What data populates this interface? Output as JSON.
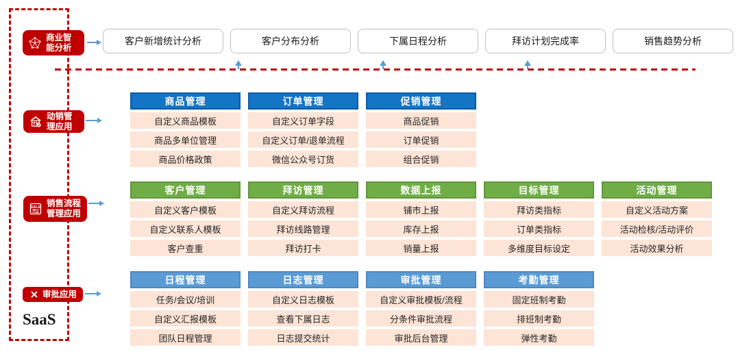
{
  "saas_label": "SaaS",
  "colors": {
    "accent_red": "#C00000",
    "blue_header": "#1474C6",
    "green_header": "#70AD47",
    "sky_header": "#5B9BD5",
    "cell_bg": "#FCE4D6",
    "arrow_blue": "#5B9BD5",
    "box_border": "#BFBFBF"
  },
  "bi": {
    "boxes": [
      "客户新增统计分析",
      "客户分布分析",
      "下属日程分析",
      "拜访计划完成率",
      "销售趋势分析"
    ]
  },
  "sidebar": [
    {
      "name": "bi-analysis",
      "icon": "network-icon",
      "lines": [
        "商业智",
        "能分析"
      ]
    },
    {
      "name": "sales-movement-apps",
      "icon": "store-icon",
      "lines": [
        "动销管",
        "理应用"
      ]
    },
    {
      "name": "sales-process-apps",
      "icon": "sale-tag-icon",
      "lines": [
        "销售流程",
        "管理应用"
      ]
    },
    {
      "name": "approval-apps",
      "icon": "crossed-tools-icon",
      "lines": [
        "审批应用"
      ]
    }
  ],
  "groups": [
    {
      "theme": "blue",
      "tables": [
        {
          "header": "商品管理",
          "items": [
            "自定义商品模板",
            "商品多单位管理",
            "商品价格政策"
          ]
        },
        {
          "header": "订单管理",
          "items": [
            "自定义订单字段",
            "自定义订单/退单流程",
            "微信公众号订货"
          ]
        },
        {
          "header": "促销管理",
          "items": [
            "商品促销",
            "订单促销",
            "组合促销"
          ]
        }
      ]
    },
    {
      "theme": "green",
      "tables": [
        {
          "header": "客户管理",
          "items": [
            "自定义客户模板",
            "自定义联系人模板",
            "客户查重"
          ]
        },
        {
          "header": "拜访管理",
          "items": [
            "自定义拜访流程",
            "拜访线路管理",
            "拜访打卡"
          ]
        },
        {
          "header": "数据上报",
          "items": [
            "铺市上报",
            "库存上报",
            "销量上报"
          ]
        },
        {
          "header": "目标管理",
          "items": [
            "拜访类指标",
            "订单类指标",
            "多维度目标设定"
          ]
        },
        {
          "header": "活动管理",
          "items": [
            "自定义活动方案",
            "活动检核/活动评价",
            "活动效果分析"
          ]
        }
      ]
    },
    {
      "theme": "sky",
      "tables": [
        {
          "header": "日程管理",
          "items": [
            "任务/会议/培训",
            "自定义汇报模板",
            "团队日程管理"
          ]
        },
        {
          "header": "日志管理",
          "items": [
            "自定义日志模板",
            "查看下属日志",
            "日志提交统计"
          ]
        },
        {
          "header": "审批管理",
          "items": [
            "自定义审批模板/流程",
            "分条件审批流程",
            "审批后台管理"
          ]
        },
        {
          "header": "考勤管理",
          "items": [
            "固定班制考勤",
            "排班制考勤",
            "弹性考勤"
          ]
        }
      ]
    }
  ]
}
